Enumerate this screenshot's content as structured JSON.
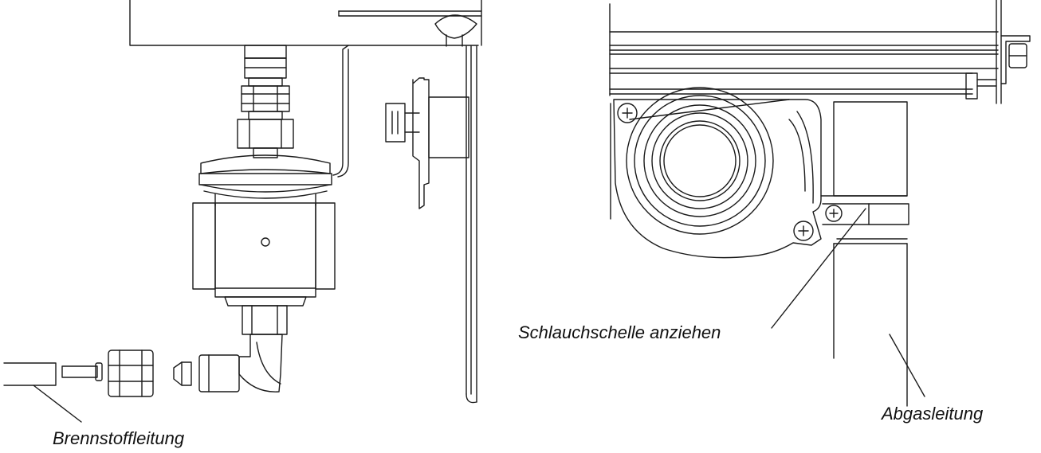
{
  "labels": {
    "fuel_line": "Brennstoffleitung",
    "hose_clamp": "Schlauchschelle anziehen",
    "exhaust_line": "Abgasleitung"
  },
  "colors": {
    "line": "#1a1a1a",
    "background": "#ffffff"
  }
}
